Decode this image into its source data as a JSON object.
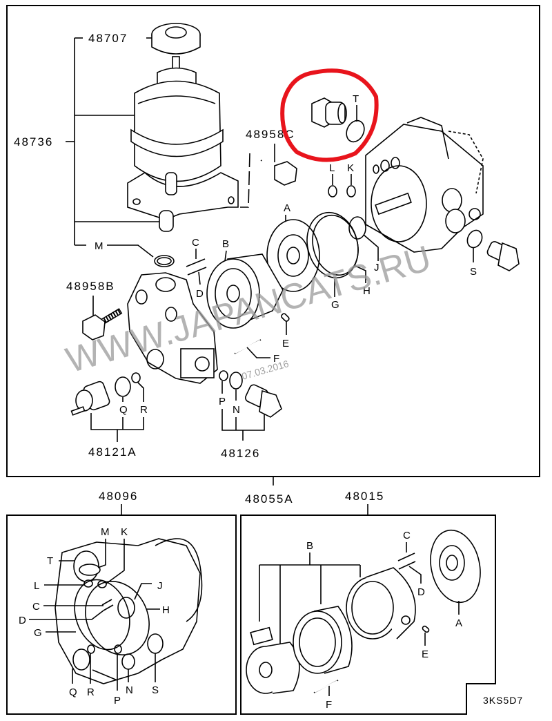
{
  "diagram": {
    "main_parts": {
      "reservoir_cap": "48707",
      "reservoir_assy": "48736",
      "bolt_c": "48958C",
      "bolt_b": "48958B",
      "fitting_a": "48121A",
      "fitting": "48126",
      "pump_assy": "48055A"
    },
    "main_letters": [
      "M",
      "C",
      "D",
      "B",
      "A",
      "G",
      "H",
      "J",
      "L",
      "K",
      "T",
      "S",
      "E",
      "F",
      "Q",
      "R",
      "P",
      "N"
    ],
    "seal_kit": {
      "part_no": "48096",
      "letters": [
        "M",
        "K",
        "T",
        "L",
        "J",
        "C",
        "H",
        "D",
        "G",
        "Q",
        "R",
        "P",
        "N",
        "S"
      ]
    },
    "cartridge_kit": {
      "part_no": "48015",
      "letters": [
        "B",
        "C",
        "D",
        "A",
        "E",
        "F"
      ]
    },
    "figure_code": "3KS5D7",
    "watermark": "WWW.JAPANCATS.RU",
    "watermark_date": "07.03.2016",
    "highlight_color": "#e8141c"
  }
}
